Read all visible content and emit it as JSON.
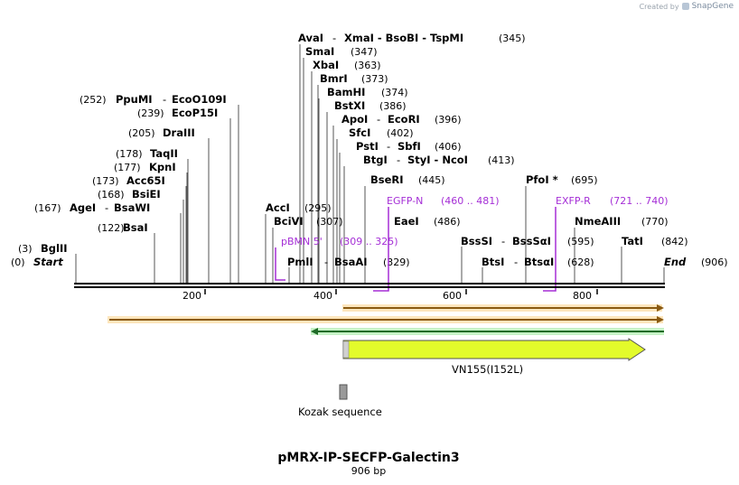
{
  "watermark": {
    "prefix": "Created by",
    "brand": "SnapGene"
  },
  "title": "pMRX-IP-SECFP-Galectin3",
  "subtitle": "906 bp",
  "scale": {
    "ticks": [
      "200",
      "400",
      "600",
      "800"
    ]
  },
  "start_label": {
    "pos": "(0)",
    "name": "Start"
  },
  "end_label": {
    "name": "End",
    "pos": "(906)"
  },
  "enzymes_left": [
    {
      "pos": "(252)",
      "name": "PpuMI",
      "name2": "EcoO109I"
    },
    {
      "pos": "(239)",
      "name": "EcoP15I",
      "name2": ""
    },
    {
      "pos": "(205)",
      "name": "DraIII",
      "name2": ""
    },
    {
      "pos": "(178)",
      "name": "TaqII",
      "name2": ""
    },
    {
      "pos": "(177)",
      "name": "KpnI",
      "name2": ""
    },
    {
      "pos": "(173)",
      "name": "Acc65I",
      "name2": ""
    },
    {
      "pos": "(168)",
      "name": "BsiEI",
      "name2": ""
    },
    {
      "pos": "(167)",
      "name": "AgeI",
      "name2": "BsaWI"
    },
    {
      "pos": "(122)",
      "name": "BsaI",
      "name2": ""
    },
    {
      "pos": "(3)",
      "name": "BglII",
      "name2": ""
    }
  ],
  "enzymes_top": [
    {
      "name": "AvaI",
      "rest": "XmaI - BsoBI - TspMI",
      "pos": "(345)"
    },
    {
      "name": "SmaI",
      "rest": "",
      "pos": "(347)"
    },
    {
      "name": "XbaI",
      "rest": "",
      "pos": "(363)"
    },
    {
      "name": "BmrI",
      "rest": "",
      "pos": "(373)"
    },
    {
      "name": "BamHI",
      "rest": "",
      "pos": "(374)"
    },
    {
      "name": "BstXI",
      "rest": "",
      "pos": "(386)"
    },
    {
      "name": "ApoI",
      "rest": "EcoRI",
      "pos": "(396)"
    },
    {
      "name": "SfcI",
      "rest": "",
      "pos": "(402)"
    },
    {
      "name": "PstI",
      "rest": "SbfI",
      "pos": "(406)"
    },
    {
      "name": "BtgI",
      "rest": "StyI - NcoI",
      "pos": "(413)"
    }
  ],
  "enzymes_mid": [
    {
      "name": "AccI",
      "pos": "(295)"
    },
    {
      "name": "BciVI",
      "pos": "(307)"
    },
    {
      "name": "BseRI",
      "pos": "(445)"
    },
    {
      "name": "EaeI",
      "pos": "(486)"
    },
    {
      "name": "PmlI",
      "name2": "BsaAI",
      "pos": "(329)"
    },
    {
      "name": "BssSI",
      "name2": "BssSαI",
      "pos": "(595)"
    },
    {
      "name": "BtsI",
      "name2": "BtsαI",
      "pos": "(628)"
    },
    {
      "name": "PfoI *",
      "pos": "(695)"
    },
    {
      "name": "NmeAIII",
      "pos": "(770)"
    },
    {
      "name": "TatI",
      "pos": "(842)"
    }
  ],
  "primers": [
    {
      "name": "EGFP-N",
      "range": "(460 .. 481)"
    },
    {
      "name": "pBMN 5'",
      "range": "(309 .. 325)"
    },
    {
      "name": "EXFP-R",
      "range": "(721 .. 740)"
    }
  ],
  "features": {
    "vn155": "VN155(I152L)",
    "kozak": "Kozak sequence"
  },
  "colors": {
    "primer": "#a52fd6",
    "feature_fill": "#e3fb2b",
    "orange_arrow": "#f0a830",
    "green_arrow": "#2f9a3a",
    "backbone": "#000000"
  }
}
